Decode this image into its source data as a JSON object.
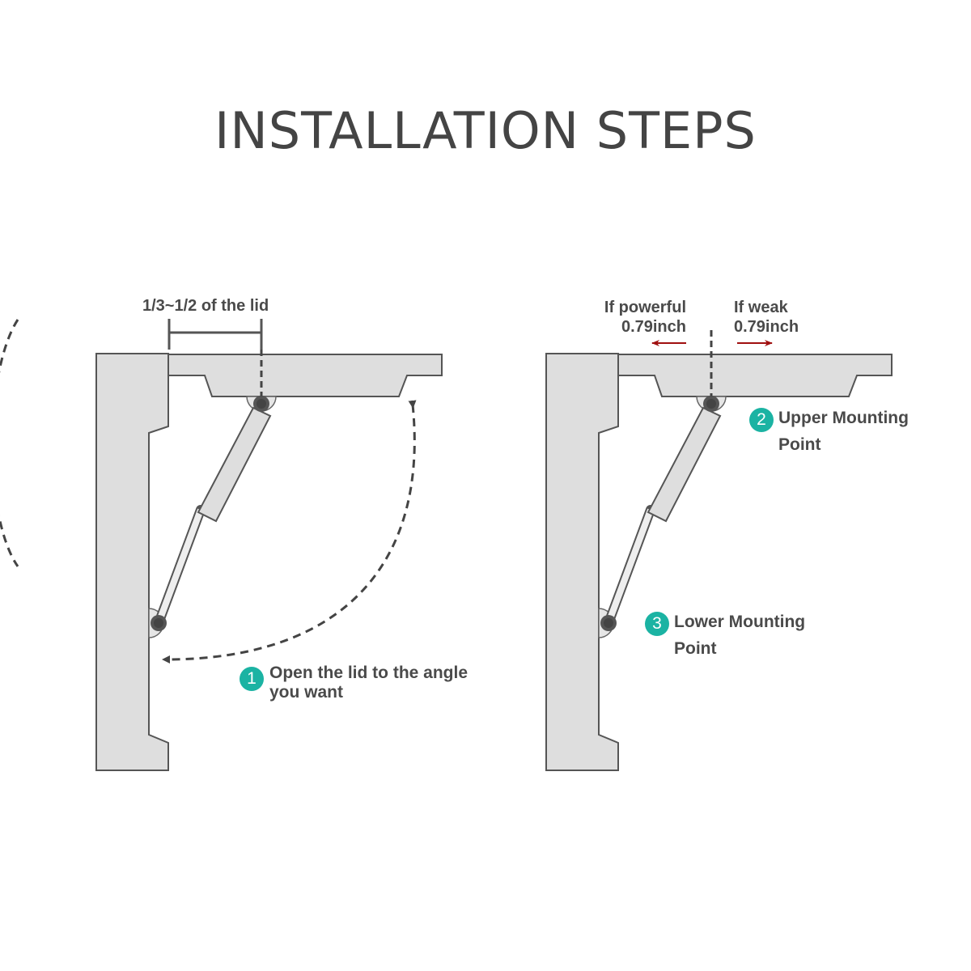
{
  "title": "INSTALLATION STEPS",
  "step1": {
    "number": "1",
    "text_line1": "Open the lid to the angle",
    "text_line2": "you want"
  },
  "dimension_label": "1/3~1/2 of the lid",
  "adjust": {
    "powerful_line1": "If powerful",
    "powerful_line2": "0.79inch",
    "weak_line1": "If weak",
    "weak_line2": "0.79inch"
  },
  "step2": {
    "number": "2",
    "text_line1": "Upper Mounting",
    "text_line2": "Point"
  },
  "step3": {
    "number": "3",
    "text_line1": "Lower Mounting",
    "text_line2": "Point"
  },
  "colors": {
    "outline": "#555555",
    "fill": "#dedede",
    "accent": "#1bb3a3",
    "arrow": "#a01010"
  }
}
